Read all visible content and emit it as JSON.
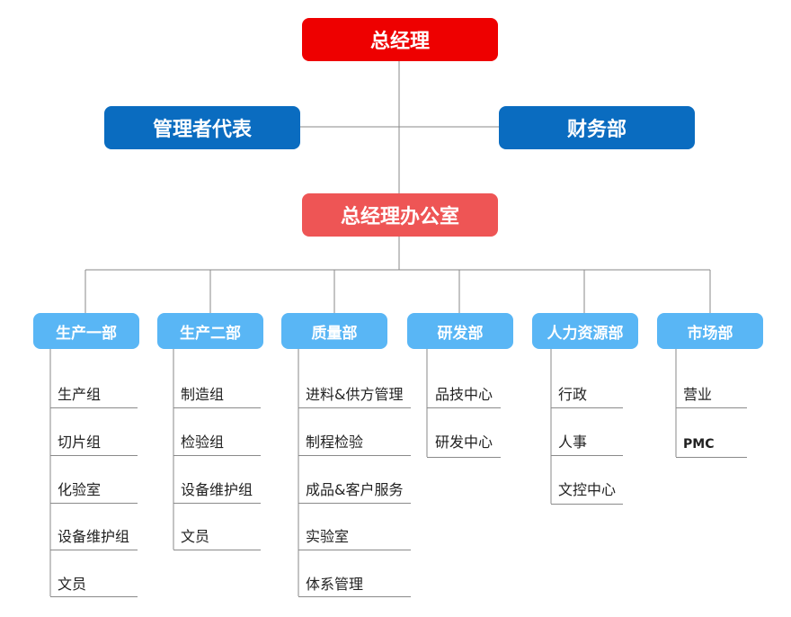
{
  "general_manager": "总经理",
  "management_rep": "管理者代表",
  "finance": "财务部",
  "gm_office": "总经理办公室",
  "departments": [
    {
      "name": "生产一部",
      "items": [
        "生产组",
        "切片组",
        "化验室",
        "设备维护组",
        "文员"
      ]
    },
    {
      "name": "生产二部",
      "items": [
        "制造组",
        "检验组",
        "设备维护组",
        "文员"
      ]
    },
    {
      "name": "质量部",
      "items": [
        "进料&供方管理",
        "制程检验",
        "成品&客户服务",
        "实验室",
        "体系管理"
      ]
    },
    {
      "name": "研发部",
      "items": [
        "品技中心",
        "研发中心"
      ]
    },
    {
      "name": "人力资源部",
      "items": [
        "行政",
        "人事",
        "文控中心"
      ]
    },
    {
      "name": "市场部",
      "items": [
        "营业",
        "PMC"
      ]
    }
  ],
  "colors": {
    "gm": "#ee0000",
    "blue": "#0a6cc0",
    "office": "#ee5555",
    "dept": "#59b6f5",
    "line": "#8a8a8a"
  }
}
